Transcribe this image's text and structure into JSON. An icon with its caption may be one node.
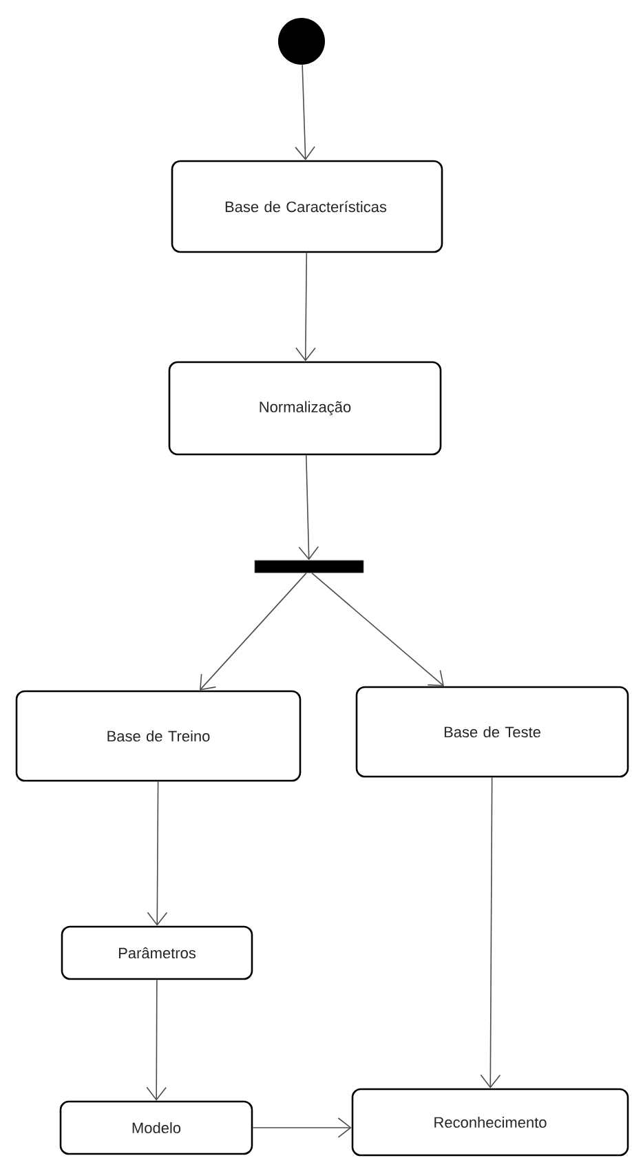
{
  "diagram": {
    "nodes": [
      {
        "text": [],
        "shape": "circle"
      },
      {
        "text": [
          "Base de Características"
        ]
      },
      {
        "text": [
          "Normalização"
        ]
      },
      {
        "text": [],
        "shape": "bar"
      },
      {
        "text": [
          "Base de Treino"
        ]
      },
      {
        "text": [
          "Base de Teste"
        ]
      },
      {
        "text": [
          "Parâmetros"
        ]
      },
      {
        "text": [
          "Modelo"
        ]
      },
      {
        "text": [
          "Reconhecimento"
        ]
      }
    ],
    "edges": [
      {
        "from": 0,
        "to": 1,
        "arrow": "to"
      },
      {
        "from": 1,
        "to": 2,
        "arrow": "to"
      },
      {
        "from": 2,
        "to": 3,
        "arrow": "to"
      },
      {
        "from": 3,
        "to": 4,
        "arrow": "to"
      },
      {
        "from": 3,
        "to": 5,
        "arrow": "to"
      },
      {
        "from": 4,
        "to": 6,
        "arrow": "to"
      },
      {
        "from": 5,
        "to": 8,
        "arrow": "to"
      },
      {
        "from": 6,
        "to": 7,
        "arrow": "to"
      },
      {
        "from": 7,
        "to": 8,
        "arrow": "to"
      }
    ]
  }
}
